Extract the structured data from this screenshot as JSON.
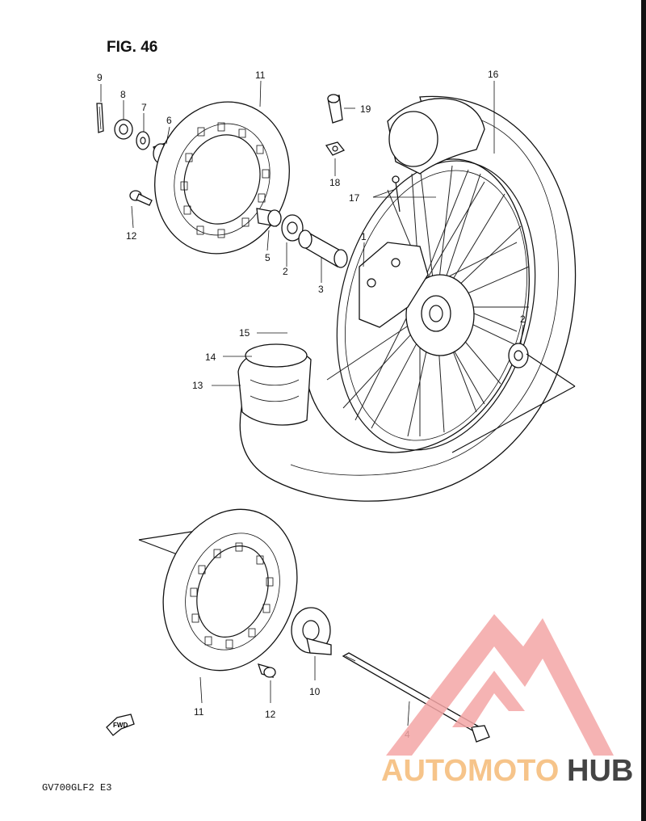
{
  "figure": {
    "title": "FIG. 46",
    "model_code": "GV700GLF2  E3",
    "fwd_label": "FWD"
  },
  "callouts": {
    "c1": "1",
    "c2a": "2",
    "c2b": "2",
    "c3": "3",
    "c4": "4",
    "c5": "5",
    "c6": "6",
    "c7": "7",
    "c8": "8",
    "c9": "9",
    "c10": "10",
    "c11a": "11",
    "c11b": "11",
    "c12a": "12",
    "c12b": "12",
    "c13": "13",
    "c14": "14",
    "c15": "15",
    "c16": "16",
    "c17": "17",
    "c18": "18",
    "c19": "19"
  },
  "watermark": {
    "text_part1": "AUTOMOTO",
    "text_part2": "HUB",
    "color_primary": "#f4a6a6",
    "color_accent": "#f6c48a",
    "color_dark": "#222222"
  }
}
